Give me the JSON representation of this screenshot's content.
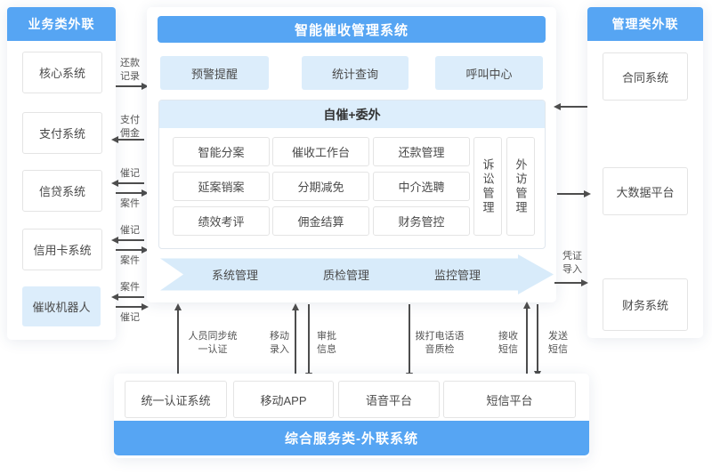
{
  "colors": {
    "header_blue": "#56a5f3",
    "light_blue_box": "#dcedfb",
    "module_strip_blue": "#ddeefc",
    "banner_arrow_blue": "#d8ebfa",
    "arrow_gray": "#4d4d4d",
    "box_border": "#e4e4e4"
  },
  "left_panel": {
    "title": "业务类外联",
    "systems": [
      "核心系统",
      "支付系统",
      "信贷系统",
      "信用卡系统",
      "催收机器人"
    ]
  },
  "left_links": {
    "core_to_center": "还款记录",
    "center_to_pay": "支付佣金",
    "credit_top": "催记",
    "credit_bottom": "案件",
    "card_top": "催记",
    "card_bottom": "案件",
    "robot_top": "案件",
    "robot_bottom": "催记"
  },
  "center": {
    "title": "智能催收管理系统",
    "features": [
      "预警提醒",
      "统计查询",
      "呼叫中心"
    ],
    "module": {
      "title": "自催+委外",
      "grid": [
        "智能分案",
        "催收工作台",
        "还款管理",
        "延案销案",
        "分期减免",
        "中介选聘",
        "绩效考评",
        "佣金结算",
        "财务管控"
      ],
      "vertical": [
        "诉讼管理",
        "外访管理"
      ]
    },
    "banner": [
      "系统管理",
      "质检管理",
      "监控管理"
    ]
  },
  "right_panel": {
    "title": "管理类外联",
    "systems": [
      "合同系统",
      "大数据平台",
      "财务系统"
    ],
    "voucher_label": "凭证导入"
  },
  "bottom_links": {
    "auth": "人员同步统一认证",
    "mobile_up": "移动录入",
    "mobile_down": "审批信息",
    "voice": "拨打电话语音质检",
    "sms_up": "接收短信",
    "sms_down": "发送短信"
  },
  "bottom_panel": {
    "title": "综合服务类-外联系统",
    "systems": [
      "统一认证系统",
      "移动APP",
      "语音平台",
      "短信平台"
    ]
  }
}
